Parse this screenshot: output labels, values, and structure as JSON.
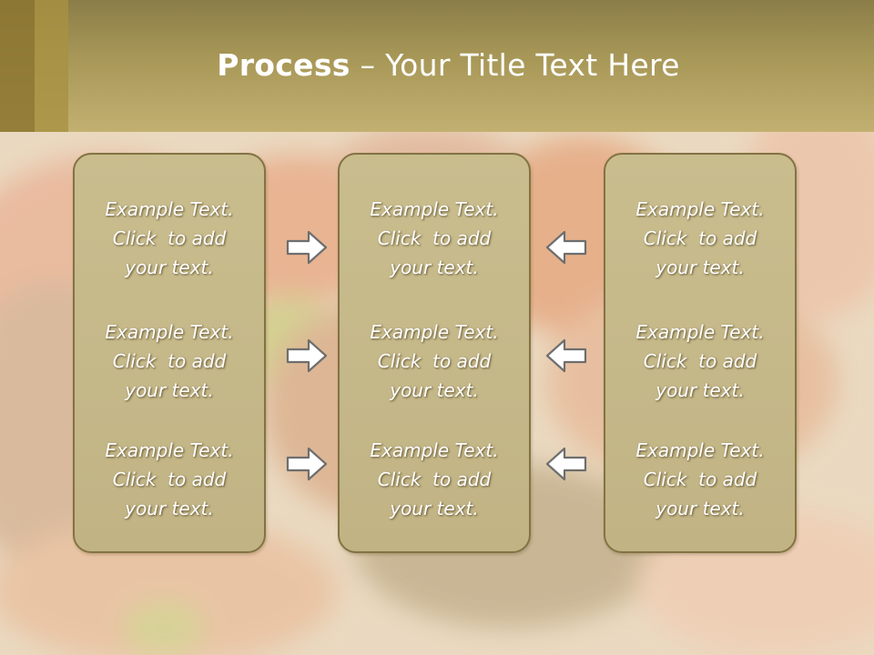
{
  "slide": {
    "title_bold": "Process",
    "title_rest": " – Your Title Text Here"
  },
  "columns": [
    {
      "items": [
        "Example Text.\nClick  to add\nyour text.",
        "Example Text.\nClick  to add\nyour text.",
        "Example Text.\nClick  to add\nyour text."
      ]
    },
    {
      "items": [
        "Example Text.\nClick  to add\nyour text.",
        "Example Text.\nClick  to add\nyour text.",
        "Example Text.\nClick  to add\nyour text."
      ]
    },
    {
      "items": [
        "Example Text.\nClick  to add\nyour text.",
        "Example Text.\nClick  to add\nyour text.",
        "Example Text.\nClick  to add\nyour text."
      ]
    }
  ],
  "arrows": {
    "left_group": "arrow-right-icon",
    "right_group": "arrow-left-icon",
    "fill": "#ffffff",
    "stroke": "#6e6e6e"
  },
  "colors": {
    "header": "#a89858",
    "box_fill": "#c5b889",
    "box_border": "#837343"
  }
}
